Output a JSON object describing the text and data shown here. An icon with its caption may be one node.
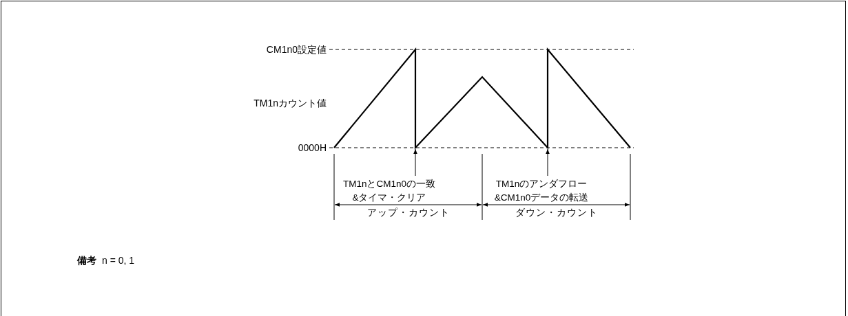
{
  "diagram": {
    "nodes": [
      {
        "text": [
          "TM1nとCM1n0の一致 &タイマ・クリア"
        ]
      },
      {
        "text": [
          "TM1nのアンダフロー &CM1n0データの転送"
        ]
      },
      {
        "text": [],
        "shape": "picture"
      }
    ],
    "edges": [
      {
        "from": 0,
        "to": 2,
        "arrow": "to"
      },
      {
        "from": 1,
        "to": 2,
        "arrow": "to"
      }
    ],
    "labels": [
      "CM1n0設定値",
      "TM1nカウント値",
      "0000H",
      "アップ・カウント",
      "ダウン・カウント",
      "備考",
      "n = 0, 1"
    ]
  }
}
